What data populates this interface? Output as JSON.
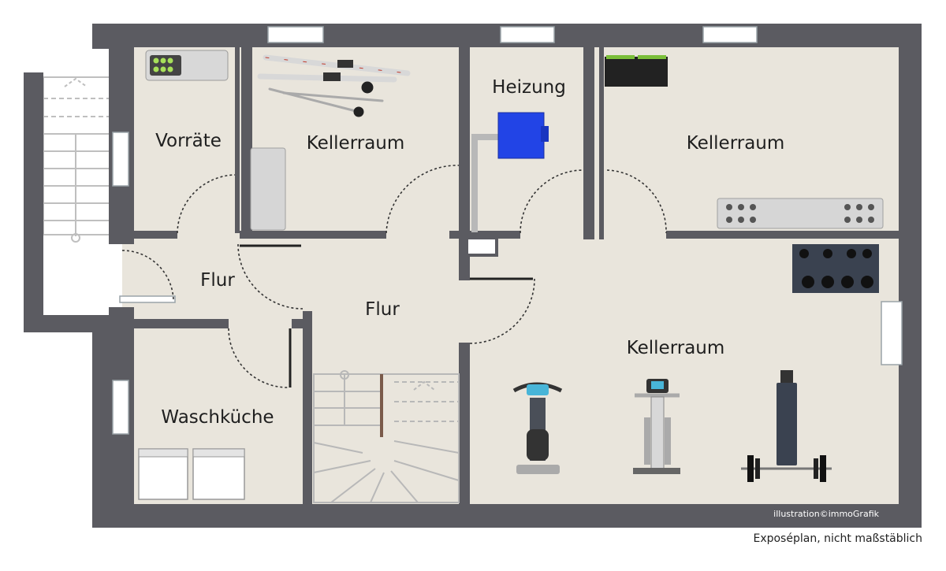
{
  "rooms": {
    "vorraete": "Vorräte",
    "kellerraum_1": "Kellerraum",
    "heizung": "Heizung",
    "kellerraum_2": "Kellerraum",
    "flur_1": "Flur",
    "flur_2": "Flur",
    "kellerraum_3": "Kellerraum",
    "waschkueche": "Waschküche"
  },
  "credit": "illustration©immoGrafik",
  "caption": "Exposéplan, nicht maßstäblich",
  "colors": {
    "wall": "#5b5b61",
    "floor": "#e9e5dc",
    "heater": "#2244e6"
  },
  "icons": [
    "skis-icon",
    "ski-poles-icon",
    "storage-box-icon",
    "heater-icon",
    "bottle-crate-icon",
    "dumbbell-rack-icon",
    "exercise-bike-icon",
    "elliptical-trainer-icon",
    "weight-bench-icon",
    "washing-machine-icon",
    "dryer-icon",
    "staircase-icon",
    "window-icon",
    "door-swing-icon"
  ]
}
